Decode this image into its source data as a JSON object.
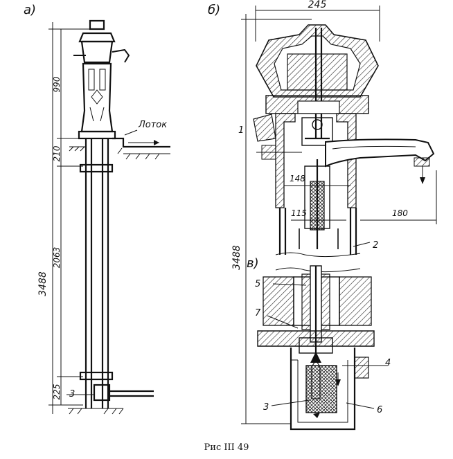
{
  "panels": {
    "a": "а)",
    "b": "б)",
    "v": "в)"
  },
  "labels": {
    "trough": "Лоток",
    "p1": "1",
    "p2": "2",
    "p3a": "3",
    "p3v": "3",
    "p4": "4",
    "p5": "5",
    "p6": "6",
    "p7": "7"
  },
  "dimensions": {
    "a_top": "990",
    "a_210": "210",
    "a_2063": "2063",
    "a_total": "3488",
    "a_225": "225",
    "b_width": "245",
    "b_total": "3488",
    "b_148": "148",
    "b_115": "115",
    "b_180": "180"
  },
  "caption": "Рис III 49"
}
